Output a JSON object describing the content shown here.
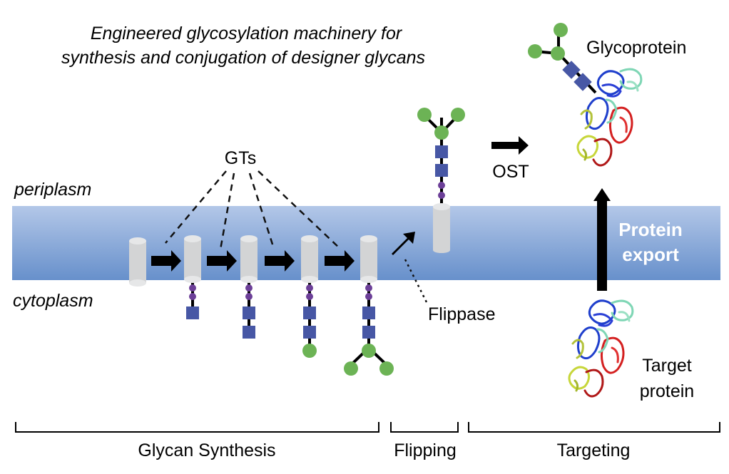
{
  "title": {
    "line1": "Engineered glycosylation machinery for",
    "line2": "synthesis and conjugation of designer glycans"
  },
  "regions": {
    "periplasm": "periplasm",
    "cytoplasm": "cytoplasm"
  },
  "labels": {
    "gts": "GTs",
    "ost": "OST",
    "flippase": "Flippase",
    "glycoprotein": "Glycoprotein",
    "protein_export_line1": "Protein",
    "protein_export_line2": "export",
    "target_protein_line1": "Target",
    "target_protein_line2": "protein"
  },
  "stages": [
    {
      "label": "Glycan Synthesis"
    },
    {
      "label": "Flipping"
    },
    {
      "label": "Targeting"
    }
  ],
  "lipid_carriers": [
    {
      "step": 0,
      "glycan": []
    },
    {
      "step": 1,
      "glycan": [
        "phosphate",
        "phosphate",
        "GlcNAc"
      ]
    },
    {
      "step": 2,
      "glycan": [
        "phosphate",
        "phosphate",
        "GlcNAc",
        "GlcNAc"
      ]
    },
    {
      "step": 3,
      "glycan": [
        "phosphate",
        "phosphate",
        "GlcNAc",
        "GlcNAc",
        "Man"
      ]
    },
    {
      "step": 4,
      "glycan": [
        "phosphate",
        "phosphate",
        "GlcNAc",
        "GlcNAc",
        "Man",
        "Man",
        "Man"
      ]
    }
  ],
  "colors": {
    "membrane_top": "#b3c7e8",
    "membrane_bottom": "#6790cb",
    "carrier": "#d3d4d5",
    "carrier_cap": "#e6e7e8",
    "phosphate": "#6c3f98",
    "square_sugar": "#4757a5",
    "circle_sugar": "#6cb355",
    "arrow": "#000000",
    "export_text": "#ffffff"
  }
}
